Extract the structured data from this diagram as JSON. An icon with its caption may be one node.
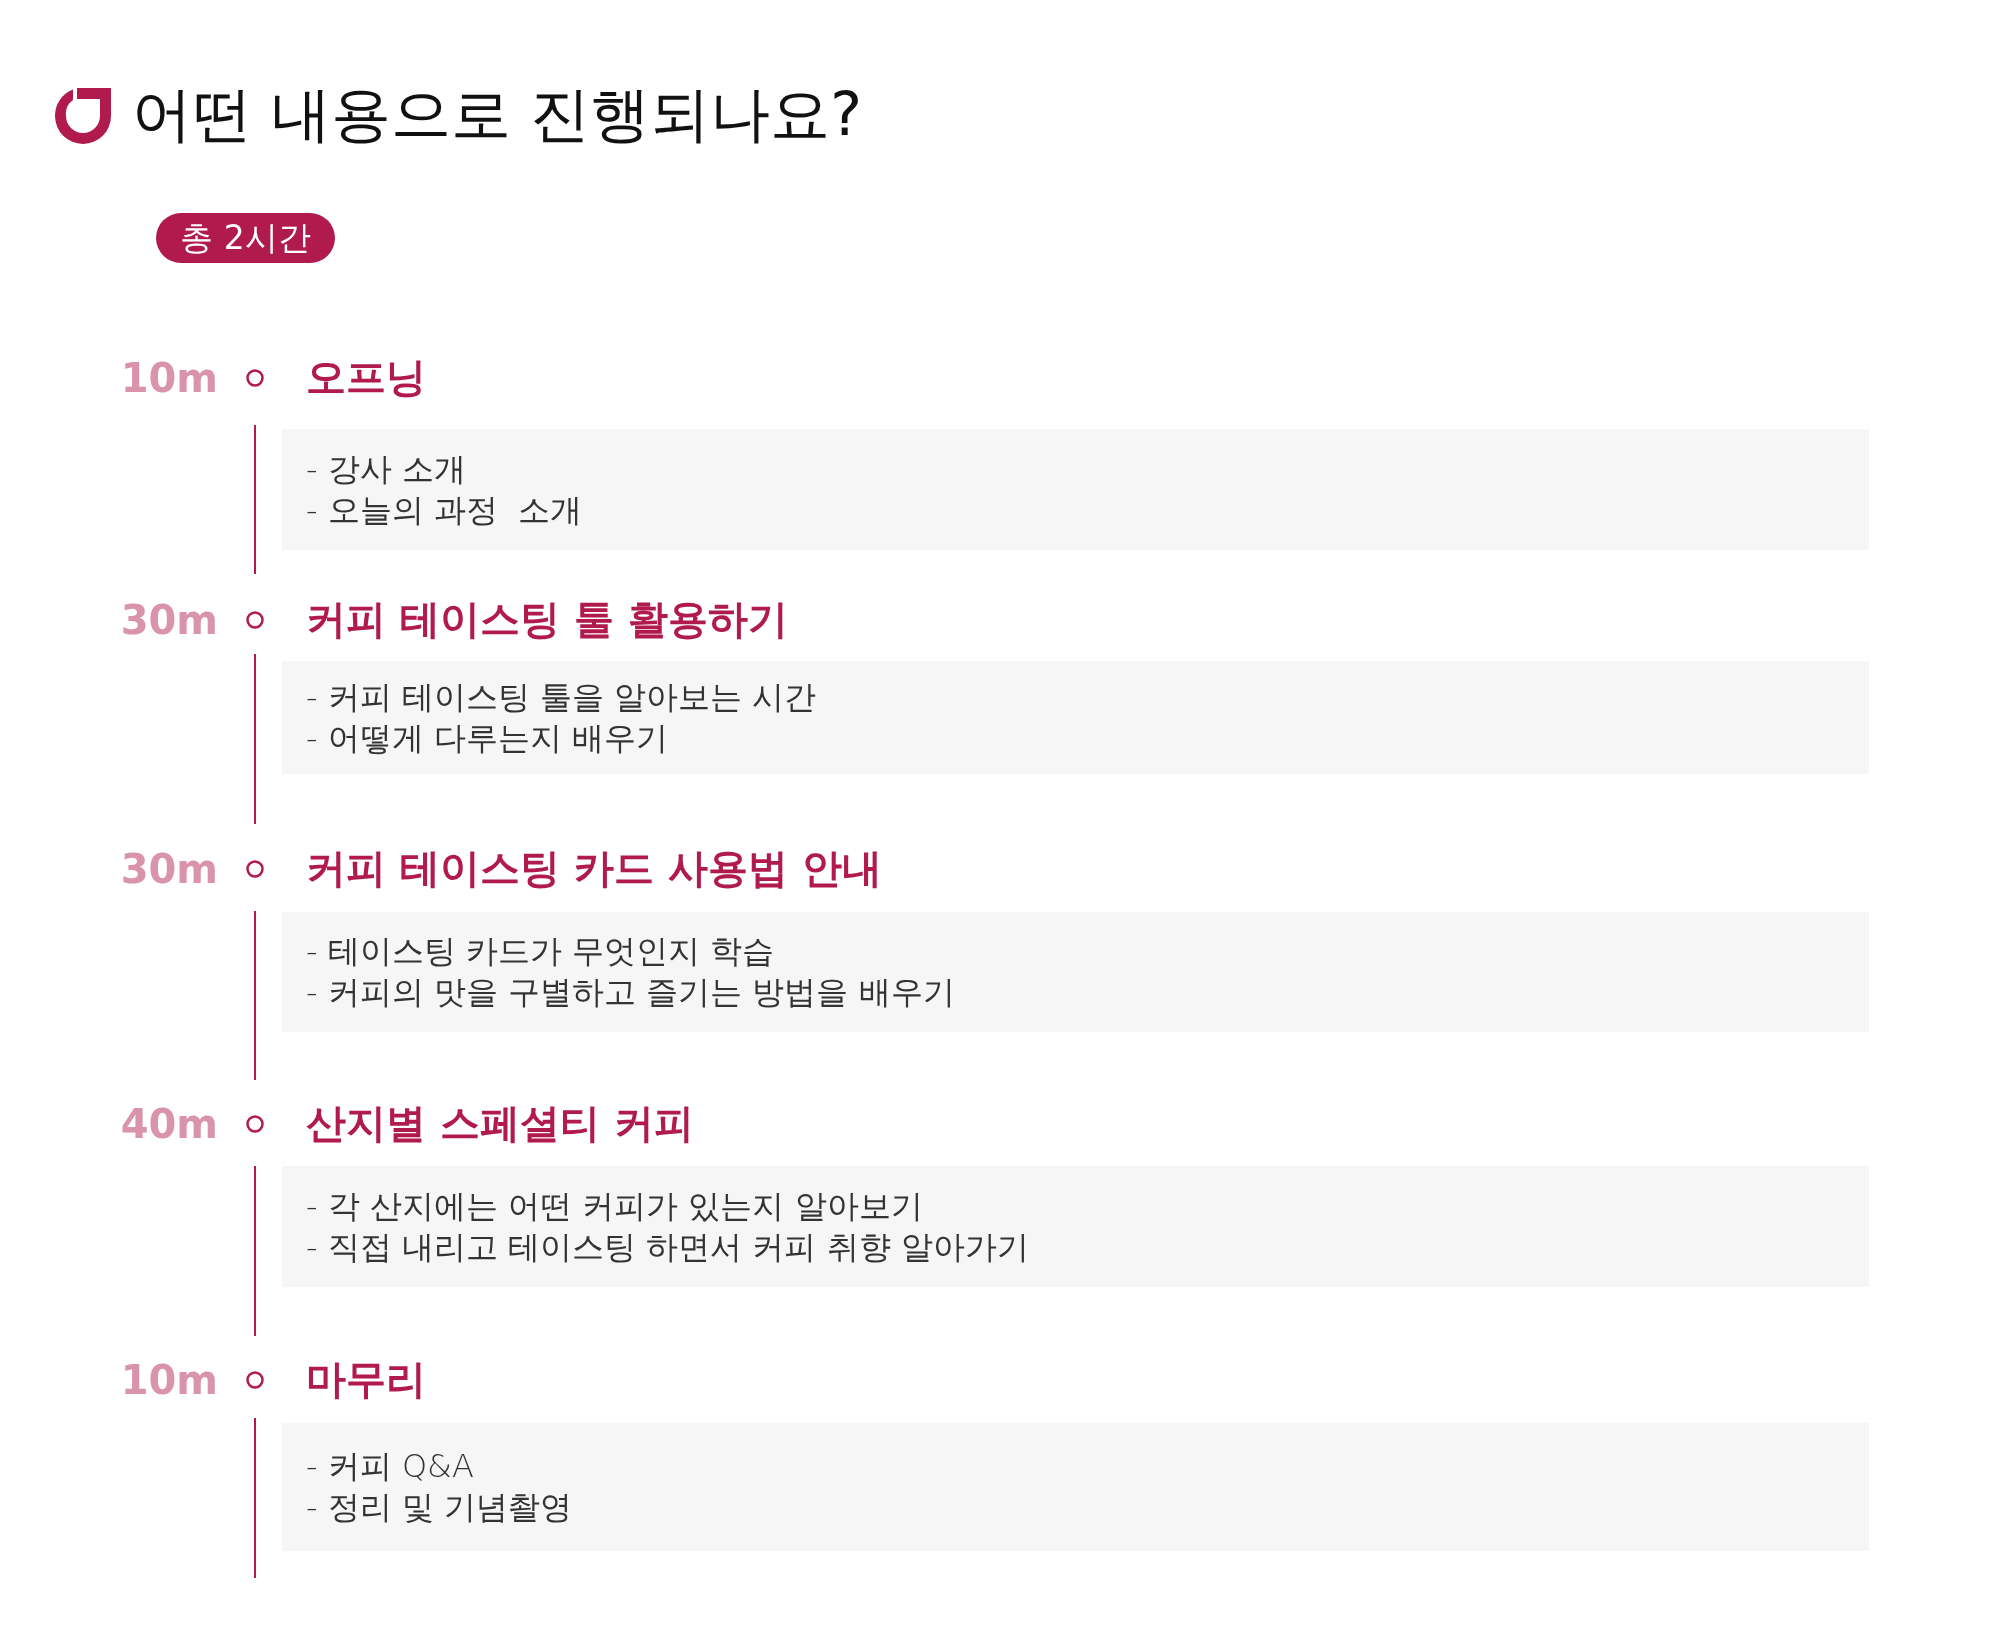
{
  "diagram": {
    "title": "어떤 내용으로 진행되나요?",
    "nodes": [
      {
        "text": [
          "총 2시간"
        ]
      },
      {
        "text": [
          "오프닝",
          "- 강사 소개",
          "- 오늘의 과정  소개"
        ],
        "beside": [
          "10m"
        ]
      },
      {
        "text": [
          "커피 테이스팅 툴 활용하기",
          "- 커피 테이스팅 툴을 알아보는 시간",
          "- 어떻게 다루는지 배우기"
        ],
        "beside": [
          "30m"
        ]
      },
      {
        "text": [
          "커피 테이스팅 카드 사용법 안내",
          "- 테이스팅 카드가 무엇인지 학습",
          "- 커피의 맛을 구별하고 즐기는 방법을 배우기"
        ],
        "beside": [
          "30m"
        ]
      },
      {
        "text": [
          "산지별 스페셜티 커피",
          "- 각 산지에는 어떤 커피가 있는지 알아보기",
          "- 직접 내리고 테이스팅 하면서 커피 취향 알아가기"
        ],
        "beside": [
          "40m"
        ]
      },
      {
        "text": [
          "마무리",
          "- 커피 Q&A",
          "- 정리 및 기념촬영"
        ],
        "beside": [
          "10m"
        ]
      }
    ]
  }
}
